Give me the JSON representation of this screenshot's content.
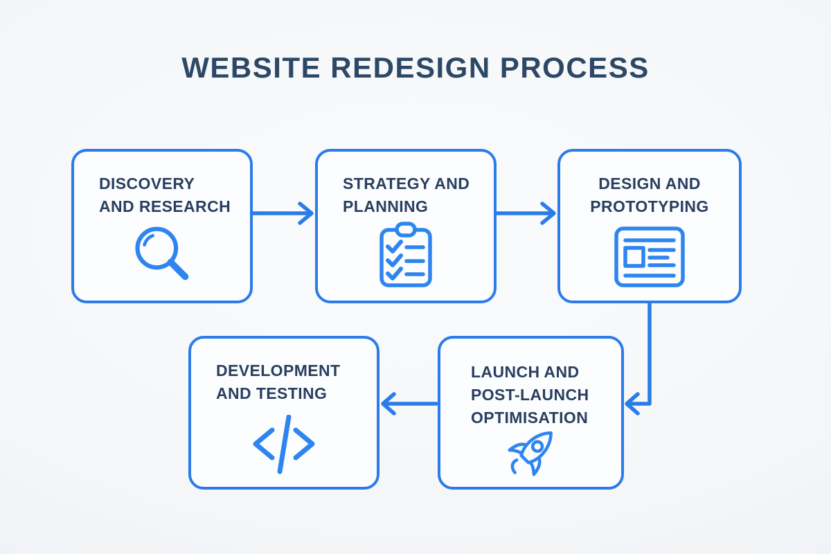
{
  "title": "WEBSITE REDESIGN PROCESS",
  "colors": {
    "accent_blue": "#2b7ce9",
    "icon_blue": "#2e85f0",
    "text_navy": "#293f5f",
    "title_navy": "#2d4866",
    "background": "#f4f6f8",
    "box_background": "#fcfdfe"
  },
  "steps": [
    {
      "id": "discovery",
      "label": "DISCOVERY AND RESEARCH",
      "lines": [
        "DISCOVERY",
        "AND RESEARCH"
      ],
      "icon": "magnifier-icon",
      "position": "top-left"
    },
    {
      "id": "strategy",
      "label": "STRATEGY AND PLANNING",
      "lines": [
        "STRATEGY AND",
        "PLANNING"
      ],
      "icon": "clipboard-checklist-icon",
      "position": "top-center"
    },
    {
      "id": "design",
      "label": "DESIGN AND PROTOTYPING",
      "lines": [
        "DESIGN AND",
        "PROTOTYPING"
      ],
      "icon": "wireframe-icon",
      "position": "top-right"
    },
    {
      "id": "launch",
      "label": "LAUNCH AND POST-LAUNCH OPTIMISATION",
      "lines": [
        "LAUNCH AND",
        "POST-LAUNCH",
        "OPTIMISATION"
      ],
      "icon": "rocket-icon",
      "position": "bottom-right"
    },
    {
      "id": "development",
      "label": "DEVELOPMENT AND TESTING",
      "lines": [
        "DEVELOPMENT",
        "AND TESTING"
      ],
      "icon": "code-icon",
      "position": "bottom-left"
    }
  ],
  "flow": [
    {
      "from": "DISCOVERY AND RESEARCH",
      "to": "STRATEGY AND PLANNING",
      "direction": "right"
    },
    {
      "from": "STRATEGY AND PLANNING",
      "to": "DESIGN AND PROTOTYPING",
      "direction": "right"
    },
    {
      "from": "DESIGN AND PROTOTYPING",
      "to": "LAUNCH AND POST-LAUNCH OPTIMISATION",
      "direction": "down-then-left"
    },
    {
      "from": "LAUNCH AND POST-LAUNCH OPTIMISATION",
      "to": "DEVELOPMENT AND TESTING",
      "direction": "left"
    }
  ]
}
